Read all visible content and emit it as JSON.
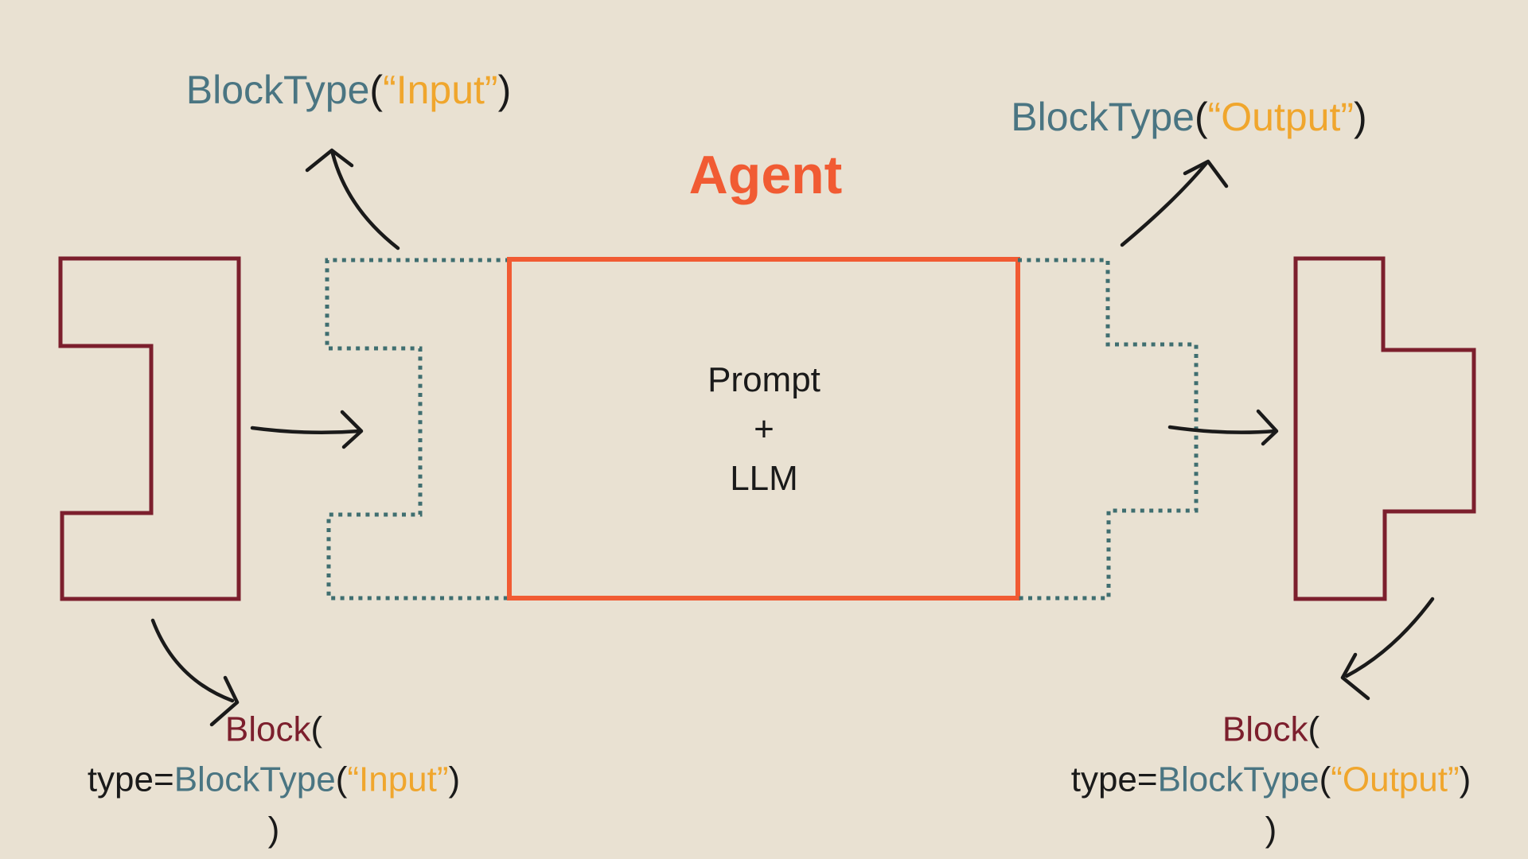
{
  "colors": {
    "background": "#e9e1d2",
    "maroon": "#7c1f2d",
    "orange": "#f15b33",
    "amber": "#f0a62d",
    "teal": "#4a7582",
    "teal_dot": "#3f6e70",
    "ink": "#1a1a1a"
  },
  "diagram": {
    "title": "Agent",
    "agent_box": {
      "lines": [
        "Prompt",
        "+",
        "LLM"
      ]
    },
    "top_labels": {
      "input": [
        {
          "text": "BlockType",
          "color": "teal"
        },
        {
          "text": "(",
          "color": "ink"
        },
        {
          "text": "“Input”",
          "color": "amber"
        },
        {
          "text": ")",
          "color": "ink"
        }
      ],
      "output": [
        {
          "text": "BlockType",
          "color": "teal"
        },
        {
          "text": "(",
          "color": "ink"
        },
        {
          "text": "“Output”",
          "color": "amber"
        },
        {
          "text": ")",
          "color": "ink"
        }
      ]
    },
    "code_labels": {
      "input": [
        [
          {
            "text": "Block",
            "color": "maroon"
          },
          {
            "text": "(",
            "color": "ink"
          }
        ],
        [
          {
            "text": "type=",
            "color": "ink"
          },
          {
            "text": "BlockType",
            "color": "teal"
          },
          {
            "text": "(",
            "color": "ink"
          },
          {
            "text": "“Input”",
            "color": "amber"
          },
          {
            "text": ")",
            "color": "ink"
          }
        ],
        [
          {
            "text": ")",
            "color": "ink"
          }
        ]
      ],
      "output": [
        [
          {
            "text": "Block",
            "color": "maroon"
          },
          {
            "text": "(",
            "color": "ink"
          }
        ],
        [
          {
            "text": "type=",
            "color": "ink"
          },
          {
            "text": "BlockType",
            "color": "teal"
          },
          {
            "text": "(",
            "color": "ink"
          },
          {
            "text": "“Output”",
            "color": "amber"
          },
          {
            "text": ")",
            "color": "ink"
          }
        ],
        [
          {
            "text": ")",
            "color": "ink"
          }
        ]
      ]
    }
  }
}
